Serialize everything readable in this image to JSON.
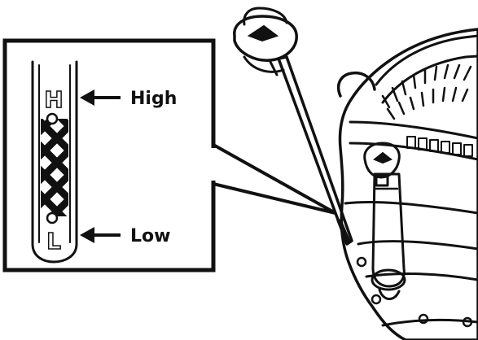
{
  "diagram": {
    "dipstick_marks": {
      "high": "H",
      "low": "L"
    },
    "labels": {
      "high": "High",
      "low": "Low"
    }
  }
}
